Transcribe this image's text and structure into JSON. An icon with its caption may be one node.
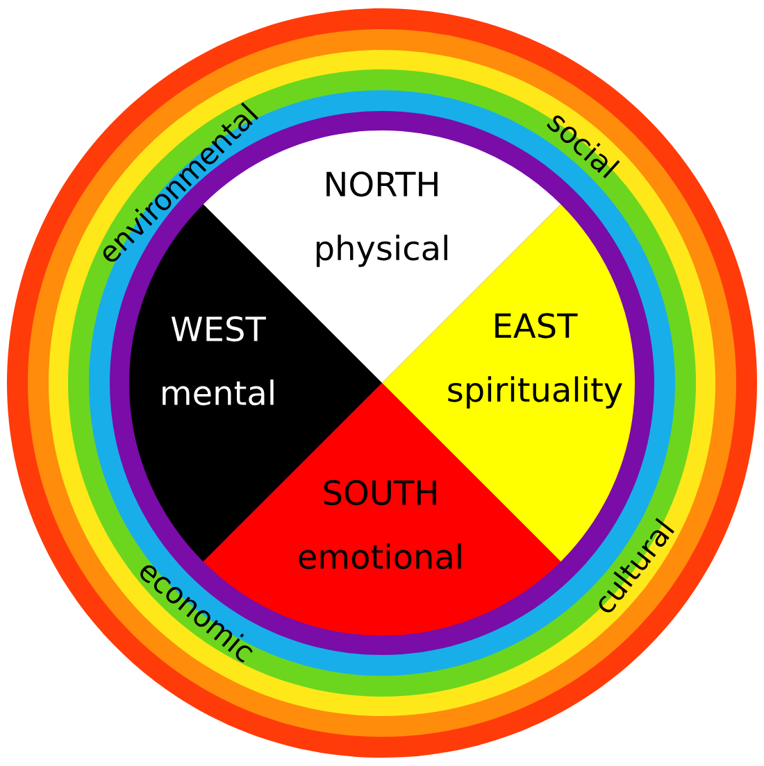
{
  "diagram": {
    "nodes": [
      {
        "text": [
          "NORTH",
          "physical"
        ]
      },
      {
        "text": [
          "WEST",
          "mental"
        ]
      },
      {
        "text": [
          "EAST",
          "spirituality"
        ]
      },
      {
        "text": [
          "SOUTH",
          "emotional"
        ]
      }
    ],
    "labels": [
      "environmental",
      "social",
      "economic",
      "cultural"
    ]
  }
}
